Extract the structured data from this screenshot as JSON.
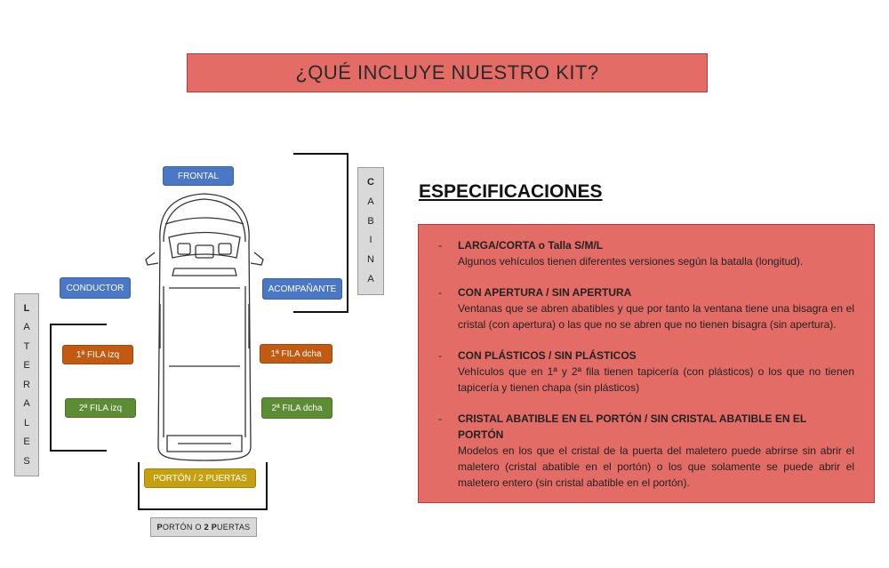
{
  "banner": {
    "title": "¿QUÉ INCLUYE NUESTRO KIT?"
  },
  "diagram": {
    "tags": {
      "frontal": "FRONTAL",
      "conductor": "CONDUCTOR",
      "acompanante": "ACOMPAÑANTE",
      "fila1_izq": "1ª FILA izq",
      "fila1_dcha": "1ª FILA dcha",
      "fila2_izq": "2ª FILA izq",
      "fila2_dcha": "2ª FILA dcha",
      "porton": "PORTÓN / 2 PUERTAS"
    },
    "cabina_letters": [
      "C",
      "A",
      "B",
      "I",
      "N",
      "A"
    ],
    "laterales_letters": [
      "L",
      "A",
      "T",
      "E",
      "R",
      "A",
      "L",
      "E",
      "S"
    ],
    "porton_label": {
      "p": "P",
      "orton": "ORTÓN O ",
      "two": "2",
      "space": " ",
      "p2": "P",
      "uertas": "UERTAS"
    }
  },
  "specs": {
    "title": "ESPECIFICACIONES",
    "dash": "-",
    "items": [
      {
        "heading": "LARGA/CORTA o Talla S/M/L",
        "text": "Algunos vehículos tienen diferentes versiones según la batalla (longitud)."
      },
      {
        "heading": "CON APERTURA / SIN APERTURA",
        "text": "Ventanas que se abren abatibles y que por tanto la ventana tiene una bisagra en el cristal (con apertura) o las que no se abren que no tienen bisagra (sin apertura)."
      },
      {
        "heading": "CON PLÁSTICOS / SIN PLÁSTICOS",
        "text": "Vehículos que en 1ª y 2ª fila tienen tapicería (con plásticos) o los que no tienen tapicería y tienen chapa (sin plásticos)"
      },
      {
        "heading": "CRISTAL ABATIBLE EN EL PORTÓN / SIN CRISTAL ABATIBLE EN EL PORTÓN",
        "text": "Modelos en los que el cristal de la puerta del maletero puede abrirse sin abrir el maletero (cristal abatible en el portón) o los que solamente se puede abrir el maletero entero (sin cristal abatible en el portón)."
      }
    ]
  }
}
